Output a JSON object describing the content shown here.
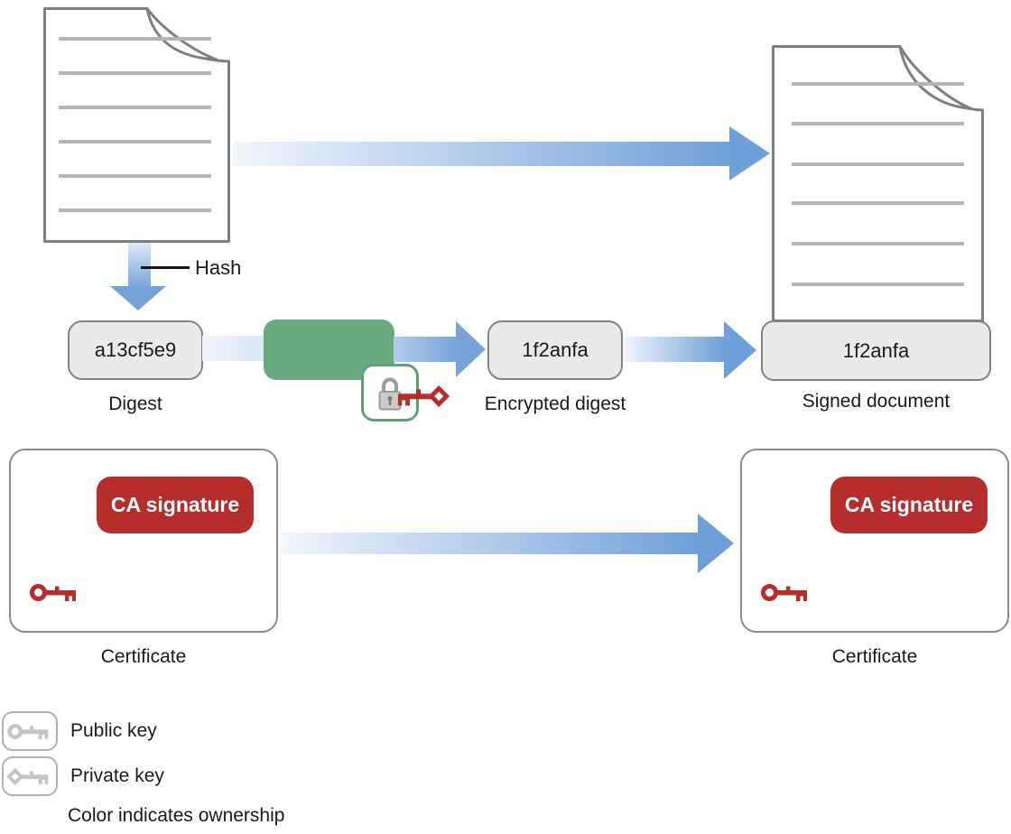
{
  "figure": {
    "hash_label": "Hash",
    "digest": {
      "value": "a13cf5e9",
      "label": "Digest"
    },
    "encrypted_digest": {
      "value": "1f2anfa",
      "label": "Encrypted digest"
    },
    "signed_document": {
      "value": "1f2anfa",
      "label": "Signed document"
    },
    "certificate_left": {
      "badge": "CA signature",
      "label": "Certificate"
    },
    "certificate_right": {
      "badge": "CA signature",
      "label": "Certificate"
    },
    "legend": {
      "public_key": "Public key",
      "private_key": "Private key",
      "note": "Color indicates ownership"
    }
  },
  "colors": {
    "arrow_blue": "#6f9fd8",
    "arrow_light": "#f2f6fc",
    "green_box": "#69aa7e",
    "lock_border_green": "#5ca478",
    "red_accent": "#b52e2c",
    "box_fill_gray": "#e9eaea",
    "box_border_gray": "#828282",
    "doc_outline_gray": "#7f7f7f",
    "doc_line_gray": "#b5b5b5",
    "legend_key_gray": "#c4c4c4"
  },
  "icons": {
    "lock": "padlock-icon",
    "private_key": "private-key-icon",
    "public_key": "public-key-icon"
  }
}
